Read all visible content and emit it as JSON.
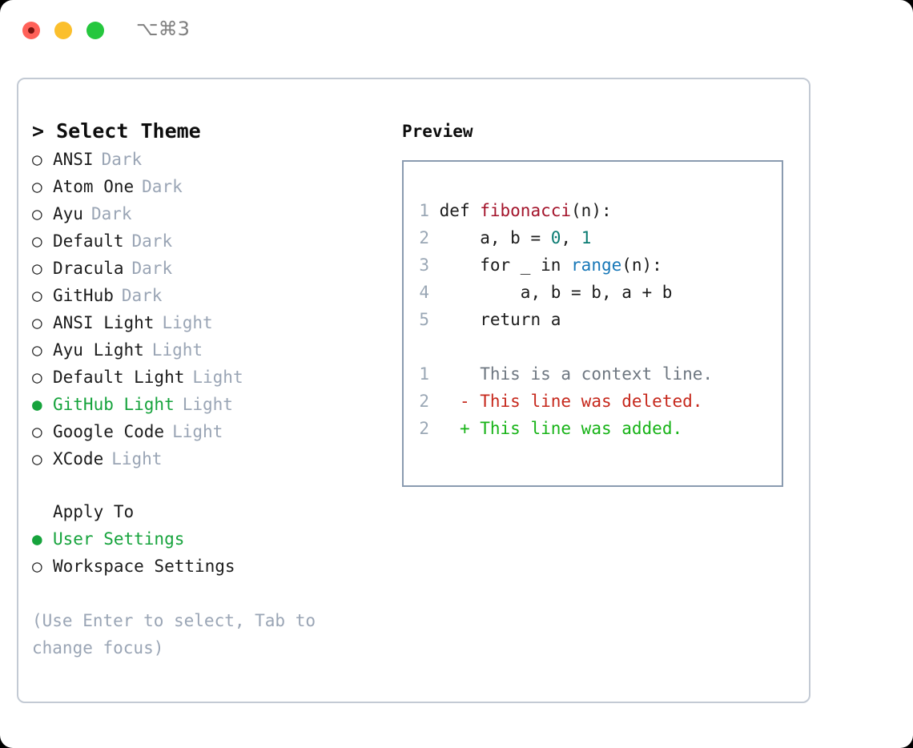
{
  "titlebar": {
    "shortcut": "⌥⌘3",
    "buttons": {
      "close": "close-button",
      "minimize": "minimize-button",
      "maximize": "maximize-button"
    }
  },
  "theme_panel": {
    "header": "> Select Theme",
    "prompt_symbol": ">",
    "marker_selected": "●",
    "marker_unselected": "○",
    "items": [
      {
        "marker": "○",
        "label": "ANSI",
        "tag": "Dark",
        "selected": false
      },
      {
        "marker": "○",
        "label": "Atom One",
        "tag": "Dark",
        "selected": false
      },
      {
        "marker": "○",
        "label": "Ayu",
        "tag": "Dark",
        "selected": false
      },
      {
        "marker": "○",
        "label": "Default",
        "tag": "Dark",
        "selected": false
      },
      {
        "marker": "○",
        "label": "Dracula",
        "tag": "Dark",
        "selected": false
      },
      {
        "marker": "○",
        "label": "GitHub",
        "tag": "Dark",
        "selected": false
      },
      {
        "marker": "○",
        "label": "ANSI Light",
        "tag": "Light",
        "selected": false
      },
      {
        "marker": "○",
        "label": "Ayu Light",
        "tag": "Light",
        "selected": false
      },
      {
        "marker": "○",
        "label": "Default Light",
        "tag": "Light",
        "selected": false
      },
      {
        "marker": "●",
        "label": "GitHub Light",
        "tag": "Light",
        "selected": true
      },
      {
        "marker": "○",
        "label": "Google Code",
        "tag": "Light",
        "selected": false
      },
      {
        "marker": "○",
        "label": "XCode",
        "tag": "Light",
        "selected": false
      }
    ]
  },
  "apply_to": {
    "header": "Apply To",
    "options": [
      {
        "marker": "●",
        "label": "User Settings",
        "selected": true
      },
      {
        "marker": "○",
        "label": "Workspace Settings",
        "selected": false
      }
    ]
  },
  "hint": "(Use Enter to select, Tab to change focus)",
  "preview": {
    "header": "Preview",
    "code_lines": [
      {
        "num": "1",
        "segments": [
          {
            "t": "def ",
            "c": "code-text"
          },
          {
            "t": "fibonacci",
            "c": "tok-fn"
          },
          {
            "t": "(n):",
            "c": "code-text"
          }
        ]
      },
      {
        "num": "2",
        "segments": [
          {
            "t": "    a, b = ",
            "c": "code-text"
          },
          {
            "t": "0",
            "c": "tok-num"
          },
          {
            "t": ", ",
            "c": "code-text"
          },
          {
            "t": "1",
            "c": "tok-num"
          }
        ]
      },
      {
        "num": "3",
        "segments": [
          {
            "t": "    for _ in ",
            "c": "code-text"
          },
          {
            "t": "range",
            "c": "tok-call"
          },
          {
            "t": "(n):",
            "c": "code-text"
          }
        ]
      },
      {
        "num": "4",
        "segments": [
          {
            "t": "        a, b = b, a + b",
            "c": "code-text"
          }
        ]
      },
      {
        "num": "5",
        "segments": [
          {
            "t": "    return a",
            "c": "code-text"
          }
        ]
      }
    ],
    "diff_lines": [
      {
        "num": "1",
        "marker": " ",
        "text": "This is a context line.",
        "kind": "diff-ctx"
      },
      {
        "num": "2",
        "marker": "-",
        "text": "This line was deleted.",
        "kind": "diff-del"
      },
      {
        "num": "2",
        "marker": "+",
        "text": "This line was added.",
        "kind": "diff-add"
      }
    ]
  },
  "colors": {
    "selected_green": "#16a33c",
    "tag_gray": "#9aa5b5",
    "line_number": "#9aa7b5",
    "panel_border": "#c3cad4",
    "preview_border": "#8a9bb0",
    "token_function": "#a3132a",
    "token_number": "#0a7b72",
    "token_call": "#1878b8",
    "diff_context": "#6e7781",
    "diff_deleted": "#c6281c",
    "diff_added": "#17b317",
    "traffic_close": "#ff6159",
    "traffic_minimize": "#fbbf2c",
    "traffic_maximize": "#25c73e"
  }
}
